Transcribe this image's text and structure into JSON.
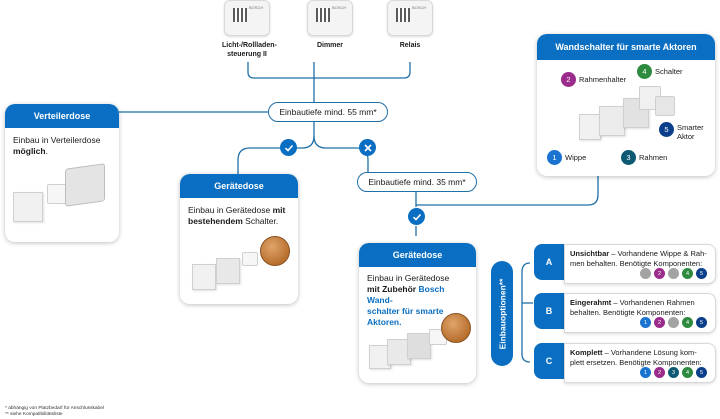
{
  "products": [
    {
      "label_line1": "Licht-/Rollladen-",
      "label_line2": "steuerung II"
    },
    {
      "label_line1": "Dimmer",
      "label_line2": ""
    },
    {
      "label_line1": "Relais",
      "label_line2": ""
    }
  ],
  "product_brand": "BOSCH",
  "pills": {
    "depth55": "Einbautiefe mind. 55 mm*",
    "depth35": "Einbautiefe mind. 35 mm*"
  },
  "verteilerdose": {
    "title": "Verteilerdose",
    "text_line1": "Einbau in Verteilerdose",
    "text_bold": "möglich",
    "text_end": "."
  },
  "geraetedose1": {
    "title": "Gerätedose",
    "text_a": "Einbau in Gerätedose ",
    "text_bold1": "mit",
    "text_bold2": "bestehendem",
    "text_b": " Schalter."
  },
  "geraetedose2": {
    "title": "Gerätedose",
    "text_a": "Einbau in Gerätedose",
    "text_bold": "mit Zubehör ",
    "link1": "Bosch Wand-",
    "link2": "schalter für smarte Aktoren",
    "link_end": "."
  },
  "wandschalter": {
    "title": "Wandschalter für smarte Aktoren",
    "parts": [
      {
        "num": "1",
        "label": "Wippe"
      },
      {
        "num": "2",
        "label": "Rahmenhalter"
      },
      {
        "num": "3",
        "label": "Rahmen"
      },
      {
        "num": "4",
        "label": "Schalter"
      },
      {
        "num": "5",
        "label": "Smarter",
        "label2": "Aktor"
      }
    ]
  },
  "einbauoptionen": "Einbauoptionen**",
  "options": [
    {
      "letter": "A",
      "bold": "Unsichtbar",
      "rest1": " – Vorhandene Wippe & Rah-",
      "rest2": "men behalten. Benötigte Komponenten:",
      "dots": [
        "g",
        "2",
        "g",
        "4",
        "5"
      ]
    },
    {
      "letter": "B",
      "bold": "Eingerahmt",
      "rest1": " – Vorhandenen Rahmen",
      "rest2": "behalten. Benötigte Komponenten:",
      "dots": [
        "1",
        "2",
        "g",
        "4",
        "5"
      ]
    },
    {
      "letter": "C",
      "bold": "Komplett",
      "rest1": " – Vorhandene Lösung kom-",
      "rest2": "plett ersetzen. Benötigte Komponenten:",
      "dots": [
        "1",
        "2",
        "3",
        "4",
        "5"
      ]
    }
  ],
  "footnotes": {
    "f1": "* abhängig von Platzbedarf für Anschlusskabel",
    "f2": "** siehe Kompatibilitätsliste"
  },
  "colors": {
    "accent": "#0a6fc2",
    "part1": "#1a73d1",
    "part2": "#9b2c8c",
    "part3": "#0f5a73",
    "part4": "#2e8a3e",
    "part5": "#0b3f8a",
    "unused": "#a3a3a3"
  }
}
